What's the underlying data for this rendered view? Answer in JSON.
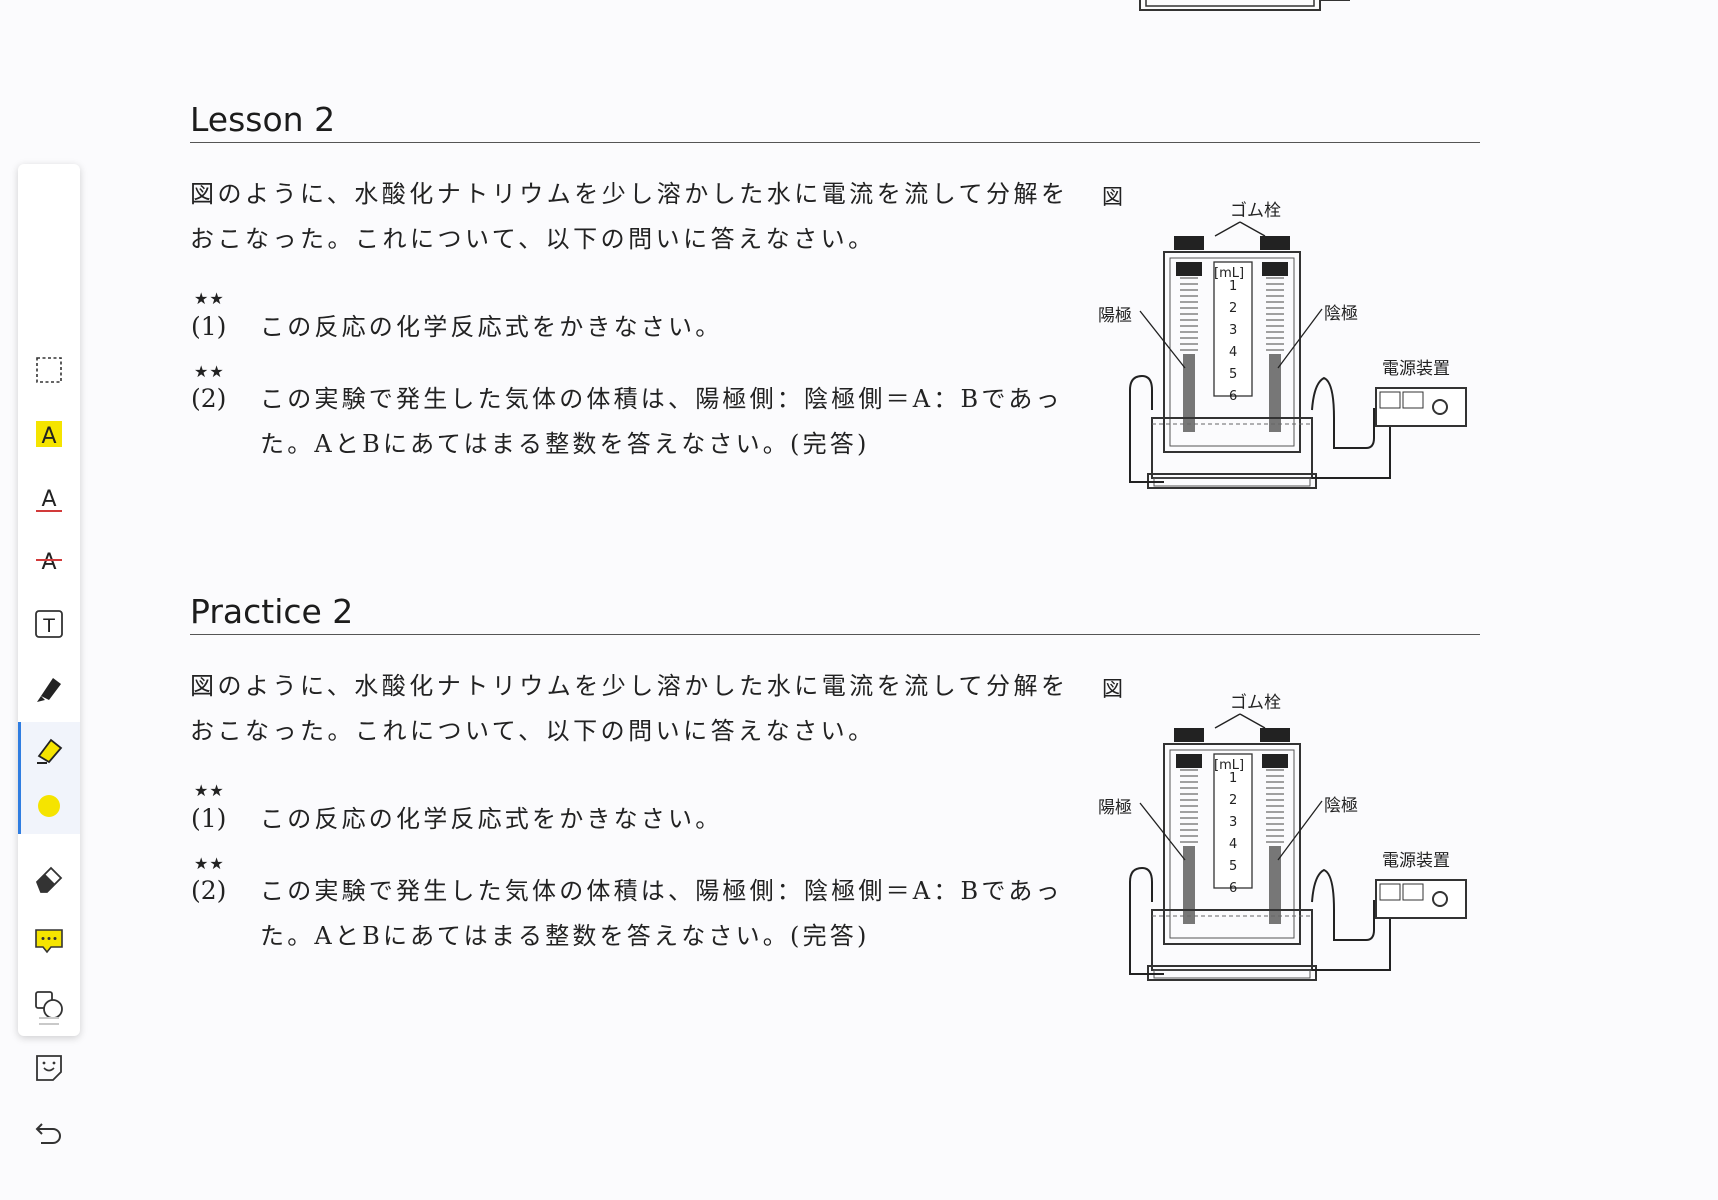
{
  "toolbar": {
    "tools": [
      {
        "name": "select-area",
        "icon": "dashed-rect-icon"
      },
      {
        "name": "highlight-text",
        "icon": "highlight-a-icon"
      },
      {
        "name": "underline-text",
        "icon": "underline-a-icon"
      },
      {
        "name": "strikethrough-text",
        "icon": "strike-a-icon"
      },
      {
        "name": "text-box",
        "icon": "text-box-icon"
      },
      {
        "name": "pen",
        "icon": "pen-icon"
      },
      {
        "name": "highlighter",
        "icon": "highlighter-icon",
        "active": true
      },
      {
        "name": "color",
        "icon": "color-dot-icon",
        "color": "#f5e400"
      },
      {
        "name": "eraser",
        "icon": "eraser-icon"
      },
      {
        "name": "comment",
        "icon": "comment-icon"
      },
      {
        "name": "shapes",
        "icon": "shapes-icon"
      },
      {
        "name": "sticker",
        "icon": "sticker-icon"
      },
      {
        "name": "undo",
        "icon": "undo-icon"
      }
    ]
  },
  "sections": [
    {
      "title": "Lesson 2",
      "intro": "図のように、水酸化ナトリウムを少し溶かした水に電流を流して分解をおこなった。これについて、以下の問いに答えなさい。",
      "questions": [
        {
          "stars": "★★",
          "number": "(1)",
          "text": "この反応の化学反応式をかきなさい。"
        },
        {
          "stars": "★★",
          "number": "(2)",
          "text": "この実験で発生した気体の体積は、陽極側：陰極側＝A：Bであった。AとBにあてはまる整数を答えなさい。(完答)"
        }
      ]
    },
    {
      "title": "Practice 2",
      "intro": "図のように、水酸化ナトリウムを少し溶かした水に電流を流して分解をおこなった。これについて、以下の問いに答えなさい。",
      "questions": [
        {
          "stars": "★★",
          "number": "(1)",
          "text": "この反応の化学反応式をかきなさい。"
        },
        {
          "stars": "★★",
          "number": "(2)",
          "text": "この実験で発生した気体の体積は、陽極側：陰極側＝A：Bであった。AとBにあてはまる整数を答えなさい。(完答)"
        }
      ]
    }
  ],
  "figure": {
    "label": "図",
    "stopper": "ゴム栓",
    "anode": "陽極",
    "cathode": "陰極",
    "power": "電源装置",
    "unit": "[mL]",
    "scale": [
      "1",
      "2",
      "3",
      "4",
      "5",
      "6"
    ]
  }
}
